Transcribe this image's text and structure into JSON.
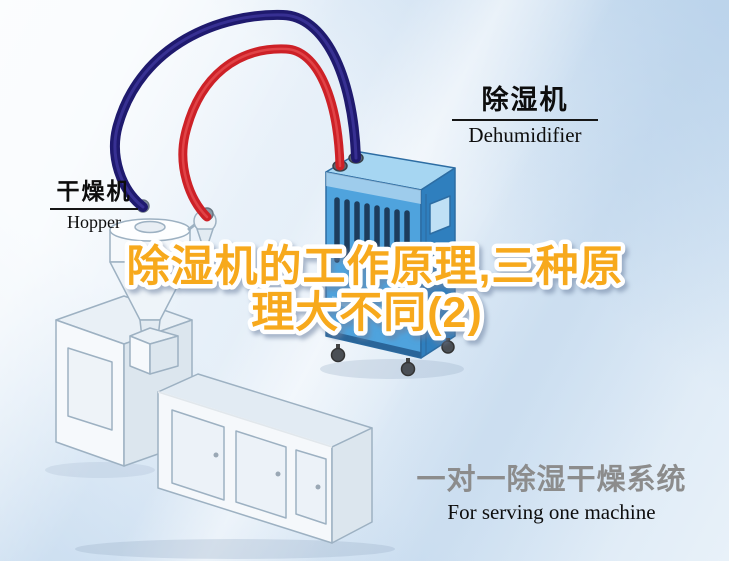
{
  "title": {
    "line1": "除湿机的工作原理,三种原",
    "line2": "理大不同(2)",
    "fill_color": "#f7a91c",
    "outline_color": "#ffffff"
  },
  "labels": {
    "dryer": {
      "zh": "干燥机",
      "en": "Hopper"
    },
    "dehumidifier": {
      "zh": "除湿机",
      "en": "Dehumidifier"
    }
  },
  "caption": {
    "zh": "一对一除湿干燥系统",
    "en": "For serving one machine",
    "zh_color": "#8c8c8c"
  },
  "illustration": {
    "pipes": {
      "red_pipe_color": "#cd2127",
      "navy_pipe_color": "#1f1a6e"
    },
    "dehumidifier": {
      "front_color": "#4fa3dd",
      "side_color": "#2f7fbe",
      "top_color": "#a6d6f2",
      "vent_color": "#1d3c5c"
    },
    "dryer_machine": {
      "body_color": "#f5f8fb",
      "shade_color": "#dce6ee",
      "outline_color": "#9db1c2"
    }
  }
}
